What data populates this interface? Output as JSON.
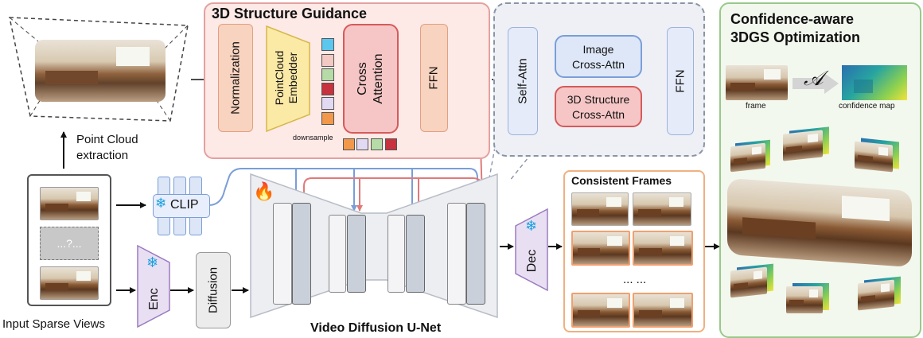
{
  "left": {
    "point_cloud_extraction": [
      "Point Cloud",
      "extraction"
    ],
    "missing_view": "...?...",
    "input_sparse_views": "Input Sparse Views"
  },
  "modules": {
    "clip": "CLIP",
    "enc": "Enc",
    "diffusion": "Diffusion",
    "dec": "Dec",
    "unet": "Video Diffusion U-Net"
  },
  "guidance": {
    "title": "3D Structure Guidance",
    "normalization": "Normalization",
    "embedder": [
      "PointCloud",
      "Embedder"
    ],
    "cross_attention": [
      "Cross",
      "Attention"
    ],
    "ffn": "FFN",
    "downsample": "downsample"
  },
  "block": {
    "self_attn": "Self-Attn",
    "image_cross": [
      "Image",
      "Cross-Attn"
    ],
    "structure_cross": [
      "3D Structure",
      "Cross-Attn"
    ],
    "ffn": "FFN"
  },
  "consistent": {
    "title": "Consistent Frames",
    "ellipsis": "... ..."
  },
  "optimization": {
    "title": [
      "Confidence-aware",
      "3DGS Optimization"
    ],
    "frame_label": "frame",
    "operator": "𝒜",
    "confidence_label": "confidence map"
  },
  "icons": {
    "fire": "fire-icon",
    "snowflake": "snowflake-icon"
  },
  "colors": {
    "guidance_border": "#e4a0a0",
    "guidance_fill": "#fde9e6",
    "optimization_border": "#98c98a",
    "optimization_fill": "#f2f8ee",
    "consistent_border": "#f0b080",
    "blue_arrow": "#7a9ed8",
    "red_arrow": "#e07a7a",
    "snowflake": "#1aa0e0"
  }
}
